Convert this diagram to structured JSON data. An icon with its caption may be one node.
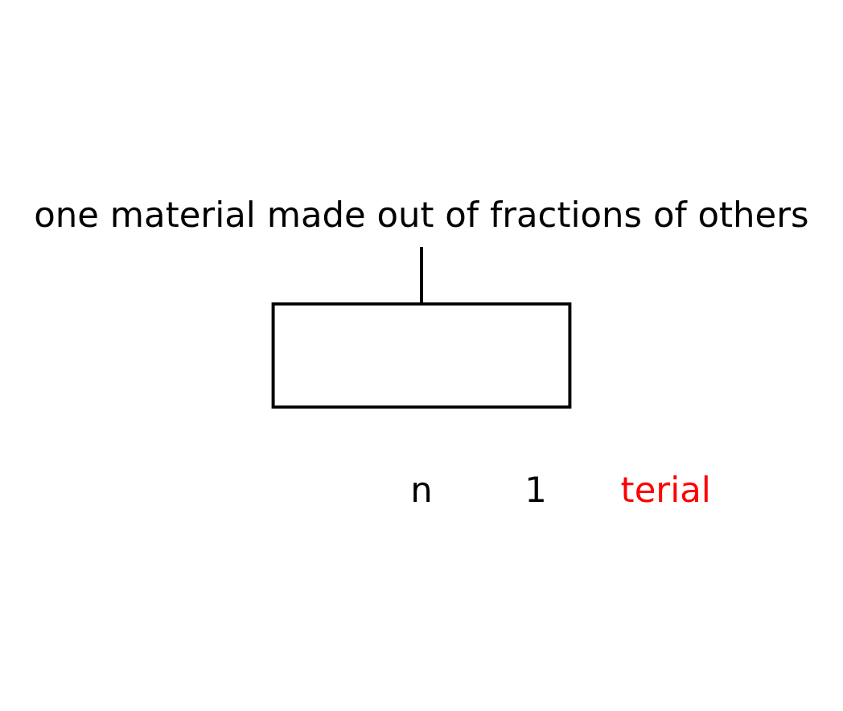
{
  "diagram": {
    "nodes": [
      {
        "text": [
          "one material made out of fractions of others"
        ]
      },
      {
        "text": [],
        "shape": "box"
      }
    ],
    "edges": [
      {
        "from": 0,
        "to": 1,
        "arrow": "none"
      }
    ],
    "labels": [
      "n",
      "1",
      "terial"
    ]
  }
}
